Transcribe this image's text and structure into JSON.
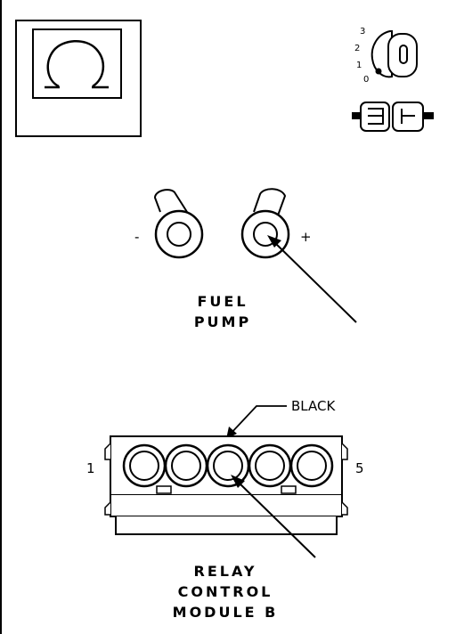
{
  "ohmmeter_symbol": "Ω",
  "ignition_switch": {
    "positions": [
      "3",
      "2",
      "1",
      "0"
    ]
  },
  "fuel_pump": {
    "minus_label": "-",
    "plus_label": "+",
    "title_line1": "FUEL",
    "title_line2": "PUMP"
  },
  "relay_connector": {
    "wire_color_label": "BLACK",
    "pin_first": "1",
    "pin_last": "5",
    "title_line1": "RELAY",
    "title_line2": "CONTROL",
    "title_line3": "MODULE B"
  }
}
